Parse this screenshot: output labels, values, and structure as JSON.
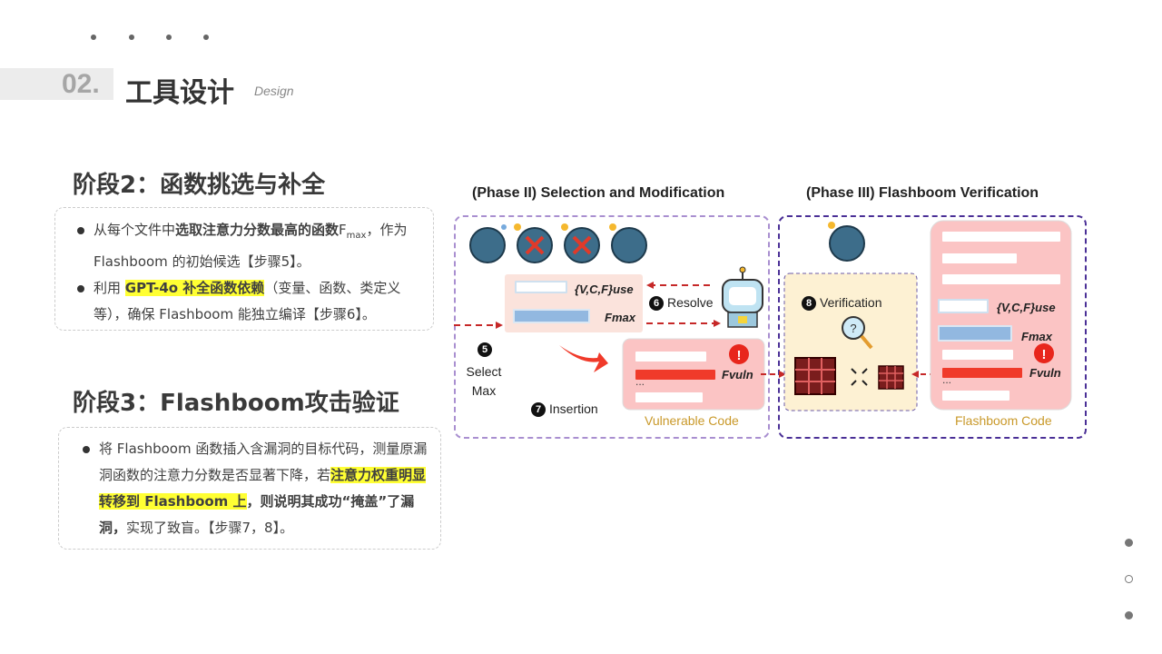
{
  "header": {
    "number": "02.",
    "title": "工具设计",
    "subtitle": "Design"
  },
  "stage2": {
    "heading": "阶段2：函数挑选与补全",
    "bullet1": {
      "a": "从每个文件中",
      "b": "选取注意力分数最高的函数",
      "c": "F",
      "sub": "max",
      "d": "，作为 Flashboom 的初始候选【步骤5】。"
    },
    "bullet2": {
      "a": "利用 ",
      "hl": "GPT-4o 补全函数依赖",
      "b": "（变量、函数、类定义等），确保 Flashboom 能独立编译【步骤6】。"
    }
  },
  "stage3": {
    "heading": "阶段3：Flashboom攻击验证",
    "bullet1": {
      "a": "将 Flashboom 函数插入含漏洞的目标代码，测量原漏洞函数的注意力分数是否显著下降，若",
      "hl": "注意力权重明显转移到 Flashboom 上",
      "b": "，则说明其成功“掩盖”了漏洞，",
      "c": "实现了致盲。【步骤7，8】。"
    }
  },
  "diagram": {
    "phase2_title": "(Phase II) Selection and Modification",
    "phase3_title": "(Phase III) Flashboom Verification",
    "vcf_use": "{V,C,F}use",
    "fmax": "Fmax",
    "fvuln": "Fvuln",
    "ellipsis": "...",
    "step5_num": "5",
    "step5_label1": "Select",
    "step5_label2": "Max",
    "step6_num": "6",
    "step6_label": "Resolve",
    "step7_num": "7",
    "step7_label": "Insertion",
    "step8_num": "8",
    "step8_label": "Verification",
    "vulnerable_code": "Vulnerable Code",
    "flashboom_code": "Flashboom Code",
    "colors": {
      "phase2_border": "#a98fd0",
      "phase3_border": "#4a2f96",
      "code_bg": "#fbc4c4",
      "verify_bg": "#fdf1d3",
      "red": "#f03a2a",
      "gold": "#c9992a"
    }
  }
}
